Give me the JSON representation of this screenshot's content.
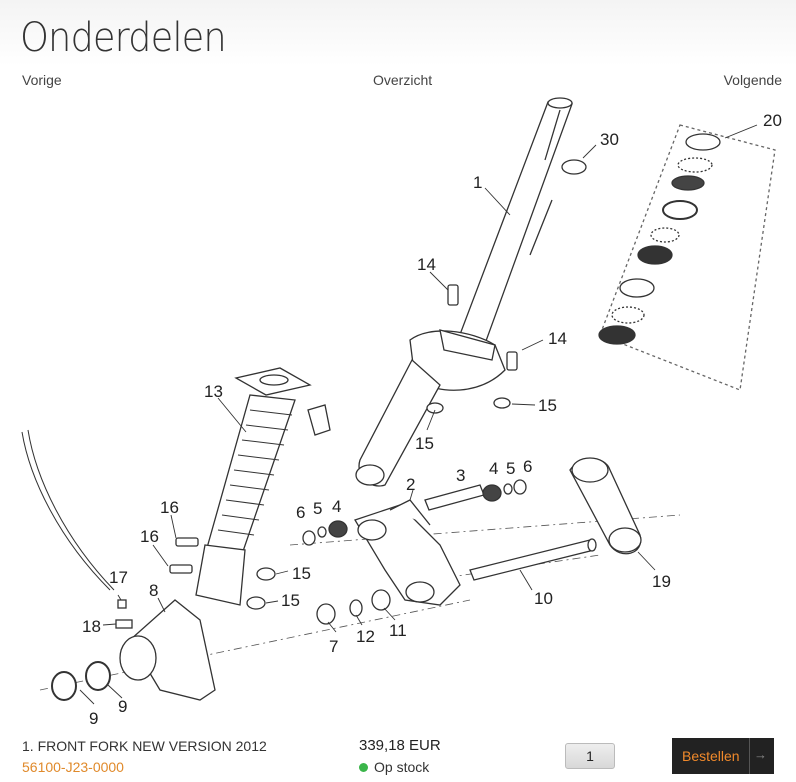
{
  "page": {
    "title": "Onderdelen"
  },
  "nav": {
    "previous": "Vorige",
    "overview": "Overzicht",
    "next": "Volgende"
  },
  "diagram": {
    "callouts": [
      "1",
      "2",
      "3",
      "4",
      "5",
      "6",
      "6",
      "5",
      "4",
      "7",
      "8",
      "9",
      "9",
      "10",
      "11",
      "12",
      "13",
      "14",
      "14",
      "15",
      "15",
      "15",
      "15",
      "16",
      "16",
      "17",
      "18",
      "19",
      "20",
      "30"
    ]
  },
  "product": {
    "name": "1. FRONT FORK NEW VERSION 2012",
    "code": "56100-J23-0000",
    "price": "339,18 EUR",
    "stock": "Op stock",
    "quantity": "1",
    "order_label": "Bestellen",
    "order_arrow": "→"
  },
  "colors": {
    "accent": "#e08a2b",
    "stock_ok": "#3bb54a",
    "button_bg": "#222222"
  }
}
